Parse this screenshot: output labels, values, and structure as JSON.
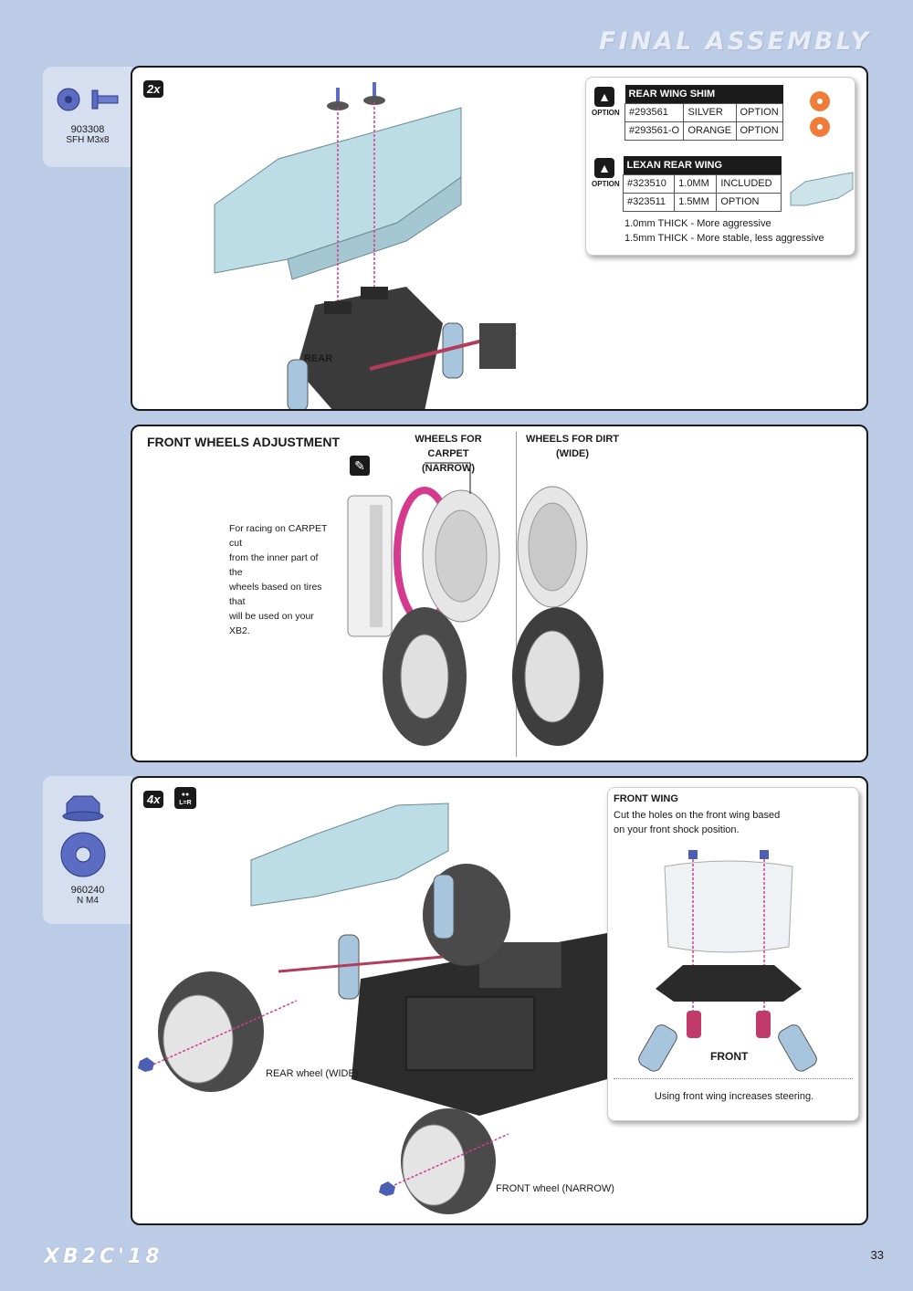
{
  "header": {
    "title": "FINAL ASSEMBLY"
  },
  "parts": [
    {
      "number": "903308",
      "name": "SFH M3x8",
      "icon": "countersunk-screw-icon"
    },
    {
      "number": "960240",
      "name": "N M4",
      "icon": "nut-icon"
    }
  ],
  "step1": {
    "quantity": "2x",
    "rear_label": "REAR",
    "options": [
      {
        "icon_label": "OPTION",
        "table_title": "REAR WING SHIM",
        "rows": [
          [
            "#293561",
            "SILVER",
            "OPTION"
          ],
          [
            "#293561-O",
            "ORANGE",
            "OPTION"
          ]
        ]
      },
      {
        "icon_label": "OPTION",
        "table_title": "LEXAN REAR WING",
        "rows": [
          [
            "#323510",
            "1.0MM",
            "INCLUDED"
          ],
          [
            "#323511",
            "1.5MM",
            "OPTION"
          ]
        ]
      }
    ],
    "notes": [
      "1.0mm THICK - More aggressive",
      "1.5mm THICK - More stable, less aggressive"
    ]
  },
  "step2": {
    "title": "FRONT WHEELS ADJUSTMENT",
    "carpet_label_1": "WHEELS FOR CARPET",
    "carpet_label_2": "(NARROW)",
    "dirt_label_1": "WHEELS FOR DIRT",
    "dirt_label_2": "(WIDE)",
    "instructions": [
      "For racing on CARPET cut",
      "from the inner part of the",
      "wheels based on tires that",
      "will be used on your XB2."
    ]
  },
  "step3": {
    "quantity": "4x",
    "lr_badge": "L=R",
    "front_wing_title": "FRONT WING",
    "front_wing_text_1": "Cut the holes on the front wing based",
    "front_wing_text_2": "on your front shock position.",
    "front_label": "FRONT",
    "front_wing_note": "Using front wing increases steering.",
    "rear_wheel_label": "REAR wheel (WIDE)",
    "front_wheel_label": "FRONT wheel (NARROW)"
  },
  "footer": {
    "model": "XB2C'18",
    "page_number": "33"
  },
  "colors": {
    "background": "#bccbe6",
    "accent_magenta": "#d63a8f",
    "part_blue": "#4d5fb3",
    "panel_border": "#1a1a1a"
  }
}
